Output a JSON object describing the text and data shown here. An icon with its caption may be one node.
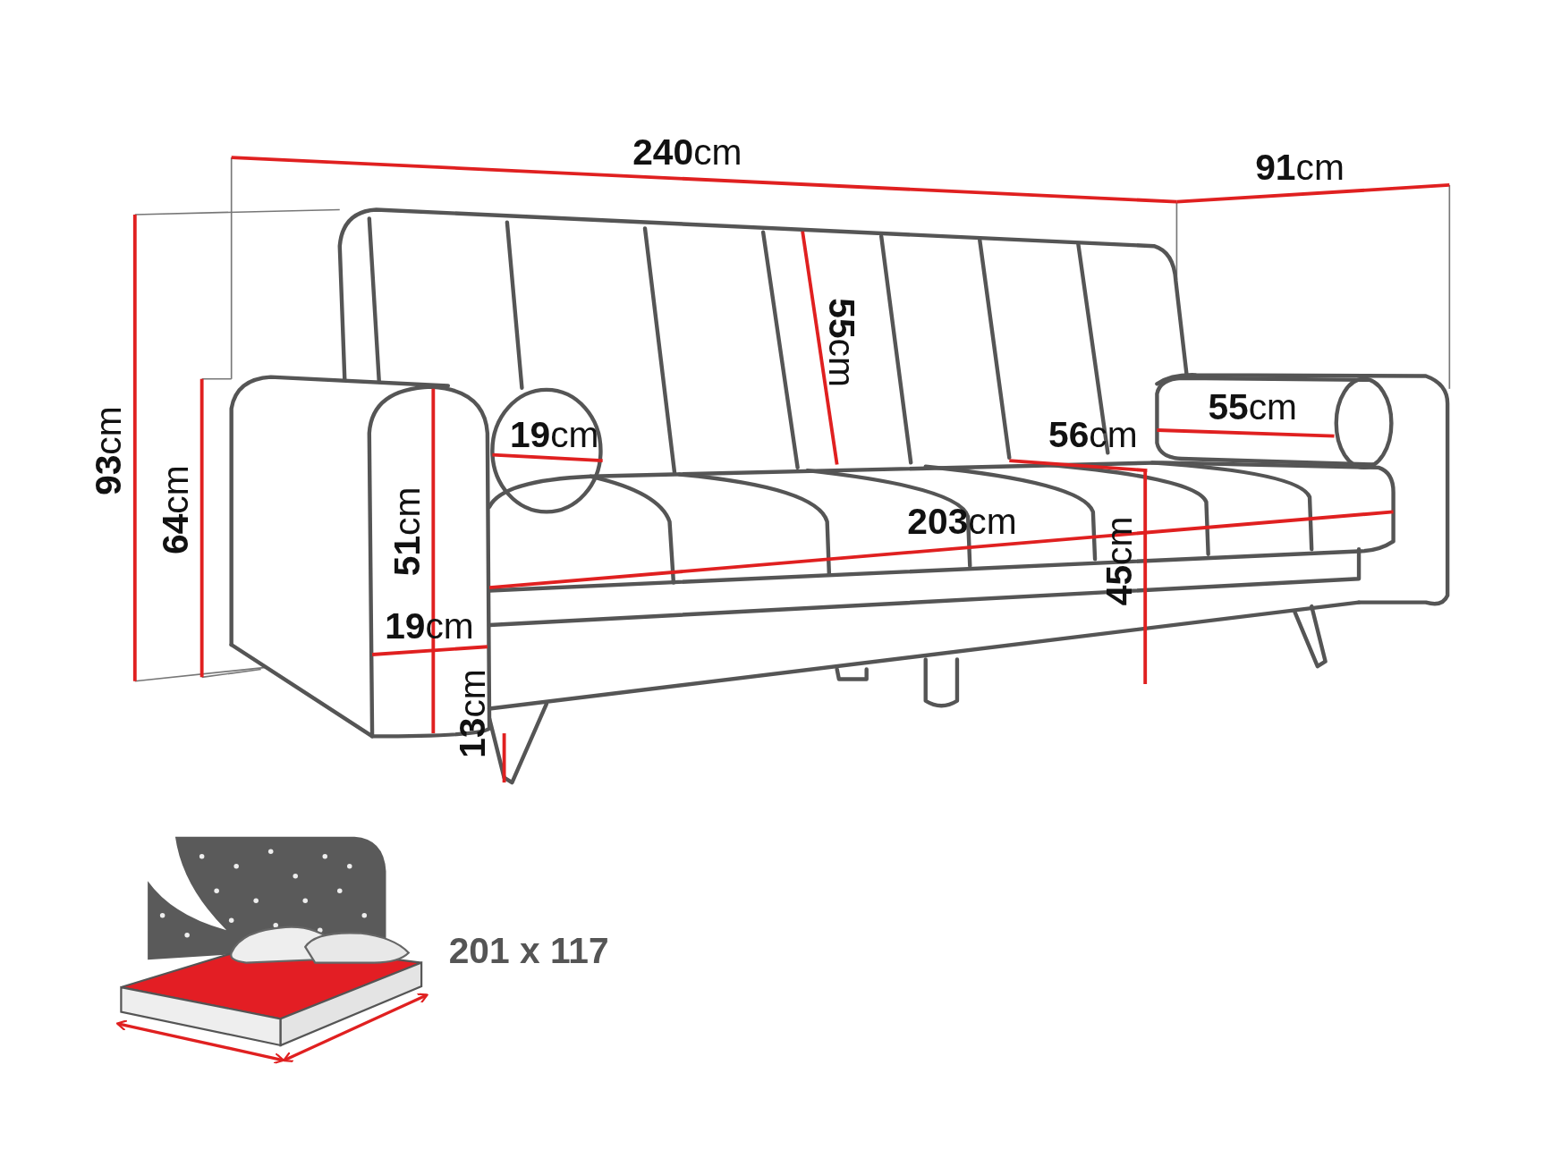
{
  "diagram": {
    "labels": [
      "**240**cm",
      "**91**cm",
      "**55**cm",
      "**93**cm",
      "**64**cm",
      "**19**cm",
      "**55**cm",
      "**56**cm",
      "**51**cm",
      "**203**cm",
      "**45**cm",
      "**19**cm",
      "**13**cm",
      "201 x 117"
    ]
  }
}
